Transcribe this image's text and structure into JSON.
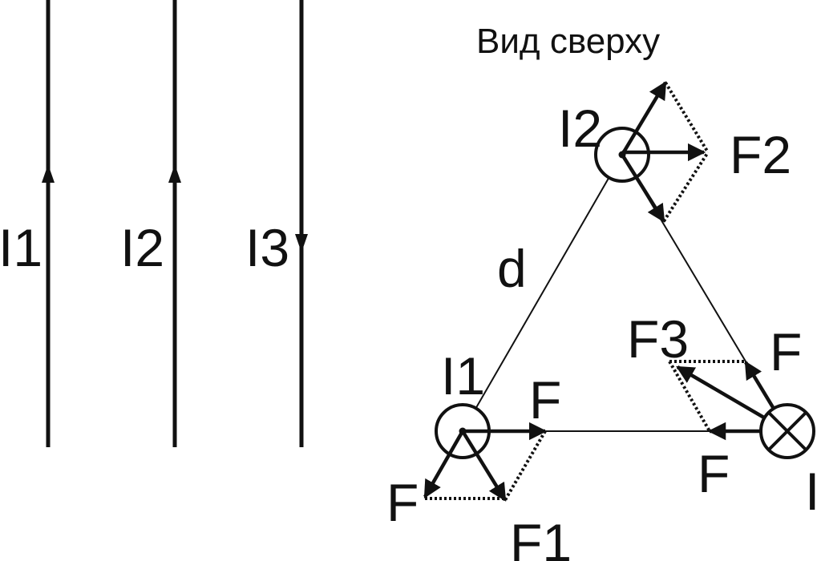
{
  "diagram": {
    "title": "Вид сверху",
    "wires_side": [
      {
        "label": "I1",
        "current_direction": "up"
      },
      {
        "label": "I2",
        "current_direction": "up"
      },
      {
        "label": "I3",
        "current_direction": "down"
      }
    ],
    "top_view": {
      "side_label": "d",
      "conductors": [
        {
          "label": "I2",
          "symbol": "out-of-page",
          "resultant": "F2"
        },
        {
          "label": "I1",
          "symbol": "out-of-page",
          "resultant": "F1"
        },
        {
          "label": "I",
          "symbol": "into-page",
          "resultant": "F3"
        }
      ],
      "force_labels": {
        "i1_right": "F",
        "i1_left": "F",
        "i1_result": "F1",
        "i2_result": "F2",
        "i3_upper": "F",
        "i3_lower": "F",
        "i3_result": "F3"
      }
    }
  }
}
